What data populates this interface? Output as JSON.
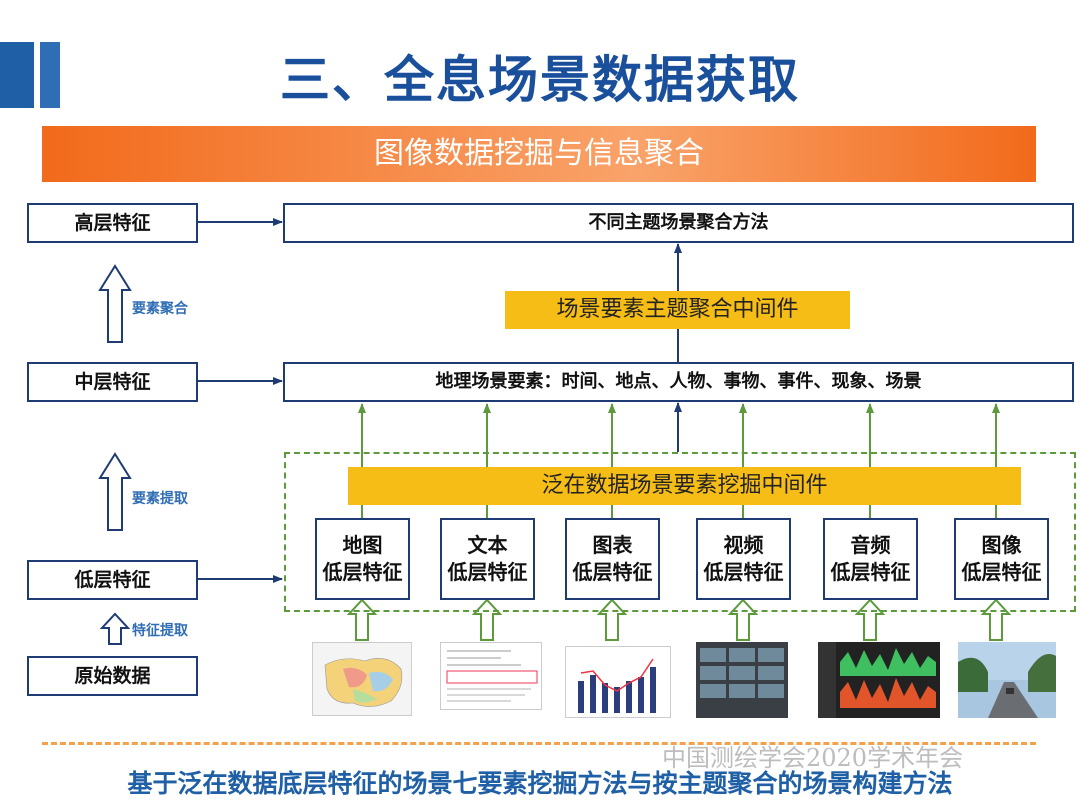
{
  "title": "三、全息场景数据获取",
  "banner": "图像数据挖掘与信息聚合",
  "levels": {
    "high": "高层特征",
    "mid": "中层特征",
    "low": "低层特征",
    "raw": "原始数据"
  },
  "side_labels": {
    "aggregate": "要素聚合",
    "extract": "要素提取",
    "feature_extract": "特征提取"
  },
  "top_box": "不同主题场景聚合方法",
  "middleware_top": "场景要素主题聚合中间件",
  "mid_box": "地理场景要素：时间、地点、人物、事物、事件、现象、场景",
  "middleware_bottom": "泛在数据场景要素挖掘中间件",
  "features": [
    {
      "l1": "地图",
      "l2": "低层特征"
    },
    {
      "l1": "文本",
      "l2": "低层特征"
    },
    {
      "l1": "图表",
      "l2": "低层特征"
    },
    {
      "l1": "视频",
      "l2": "低层特征"
    },
    {
      "l1": "音频",
      "l2": "低层特征"
    },
    {
      "l1": "图像",
      "l2": "低层特征"
    }
  ],
  "watermark": "中国测绘学会2020学术年会",
  "footer": "基于泛在数据底层特征的场景七要素挖掘方法与按主题聚合的场景构建方法",
  "colors": {
    "title": "#1a4f9c",
    "banner": "#f26a1b",
    "yellow": "#f6bd16",
    "box_border": "#1f3b73",
    "green": "#5c9a3c"
  }
}
